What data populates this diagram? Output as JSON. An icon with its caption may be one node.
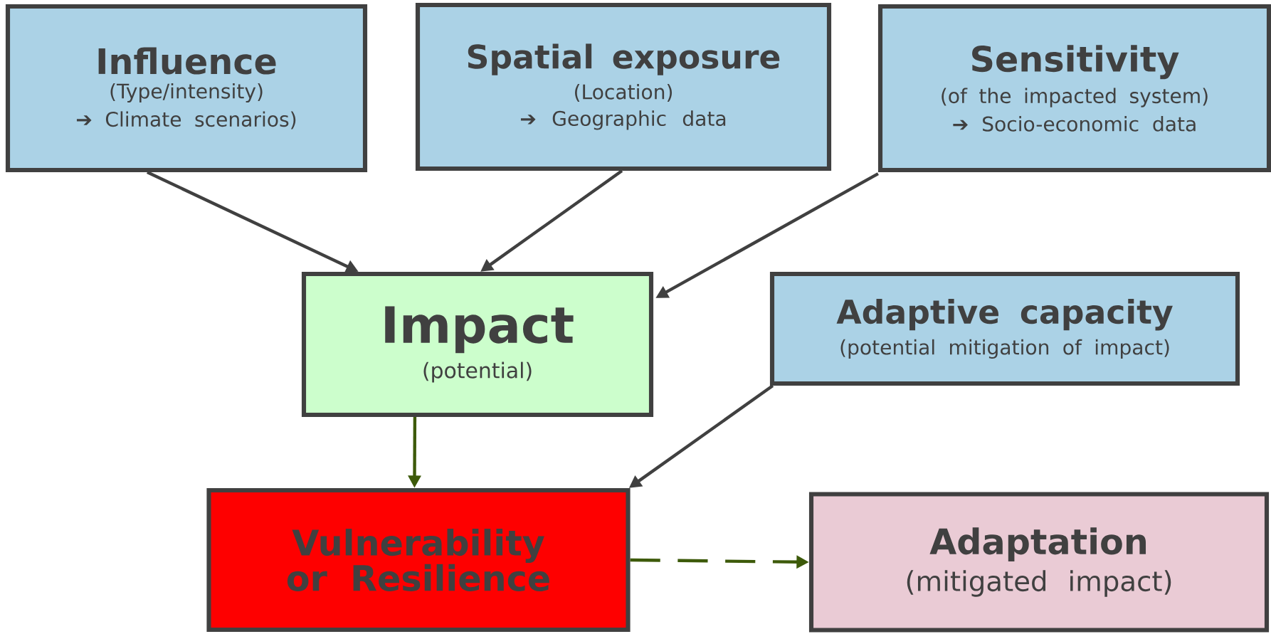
{
  "diagram": {
    "nodes": [
      {
        "text": [
          "Influence",
          "(Type/intensity)",
          "➔ Climate scenarios)"
        ]
      },
      {
        "text": [
          "Spatial exposure",
          "(Location)",
          "➔ Geographic data"
        ]
      },
      {
        "text": [
          "Sensitivity",
          "(of the impacted system)",
          "➔ Socio-economic data"
        ]
      },
      {
        "text": [
          "Impact",
          "(potential)"
        ]
      },
      {
        "text": [
          "Adaptive capacity",
          "(potential mitigation of impact)"
        ]
      },
      {
        "text": [
          "Vulnerability or Resilience"
        ]
      },
      {
        "text": [
          "Adaptation",
          "(mitigated impact)"
        ]
      }
    ],
    "edges": [
      {
        "from": 0,
        "to": 3,
        "arrow": "to"
      },
      {
        "from": 1,
        "to": 3,
        "arrow": "to"
      },
      {
        "from": 2,
        "to": 3,
        "arrow": "to"
      },
      {
        "from": 4,
        "to": 5,
        "arrow": "to"
      },
      {
        "from": 3,
        "to": 5,
        "arrow": "to",
        "color": "#3d5a0a"
      },
      {
        "from": 5,
        "to": 6,
        "arrow": "to",
        "style": "dashed",
        "color": "#3d5a0a"
      }
    ]
  }
}
